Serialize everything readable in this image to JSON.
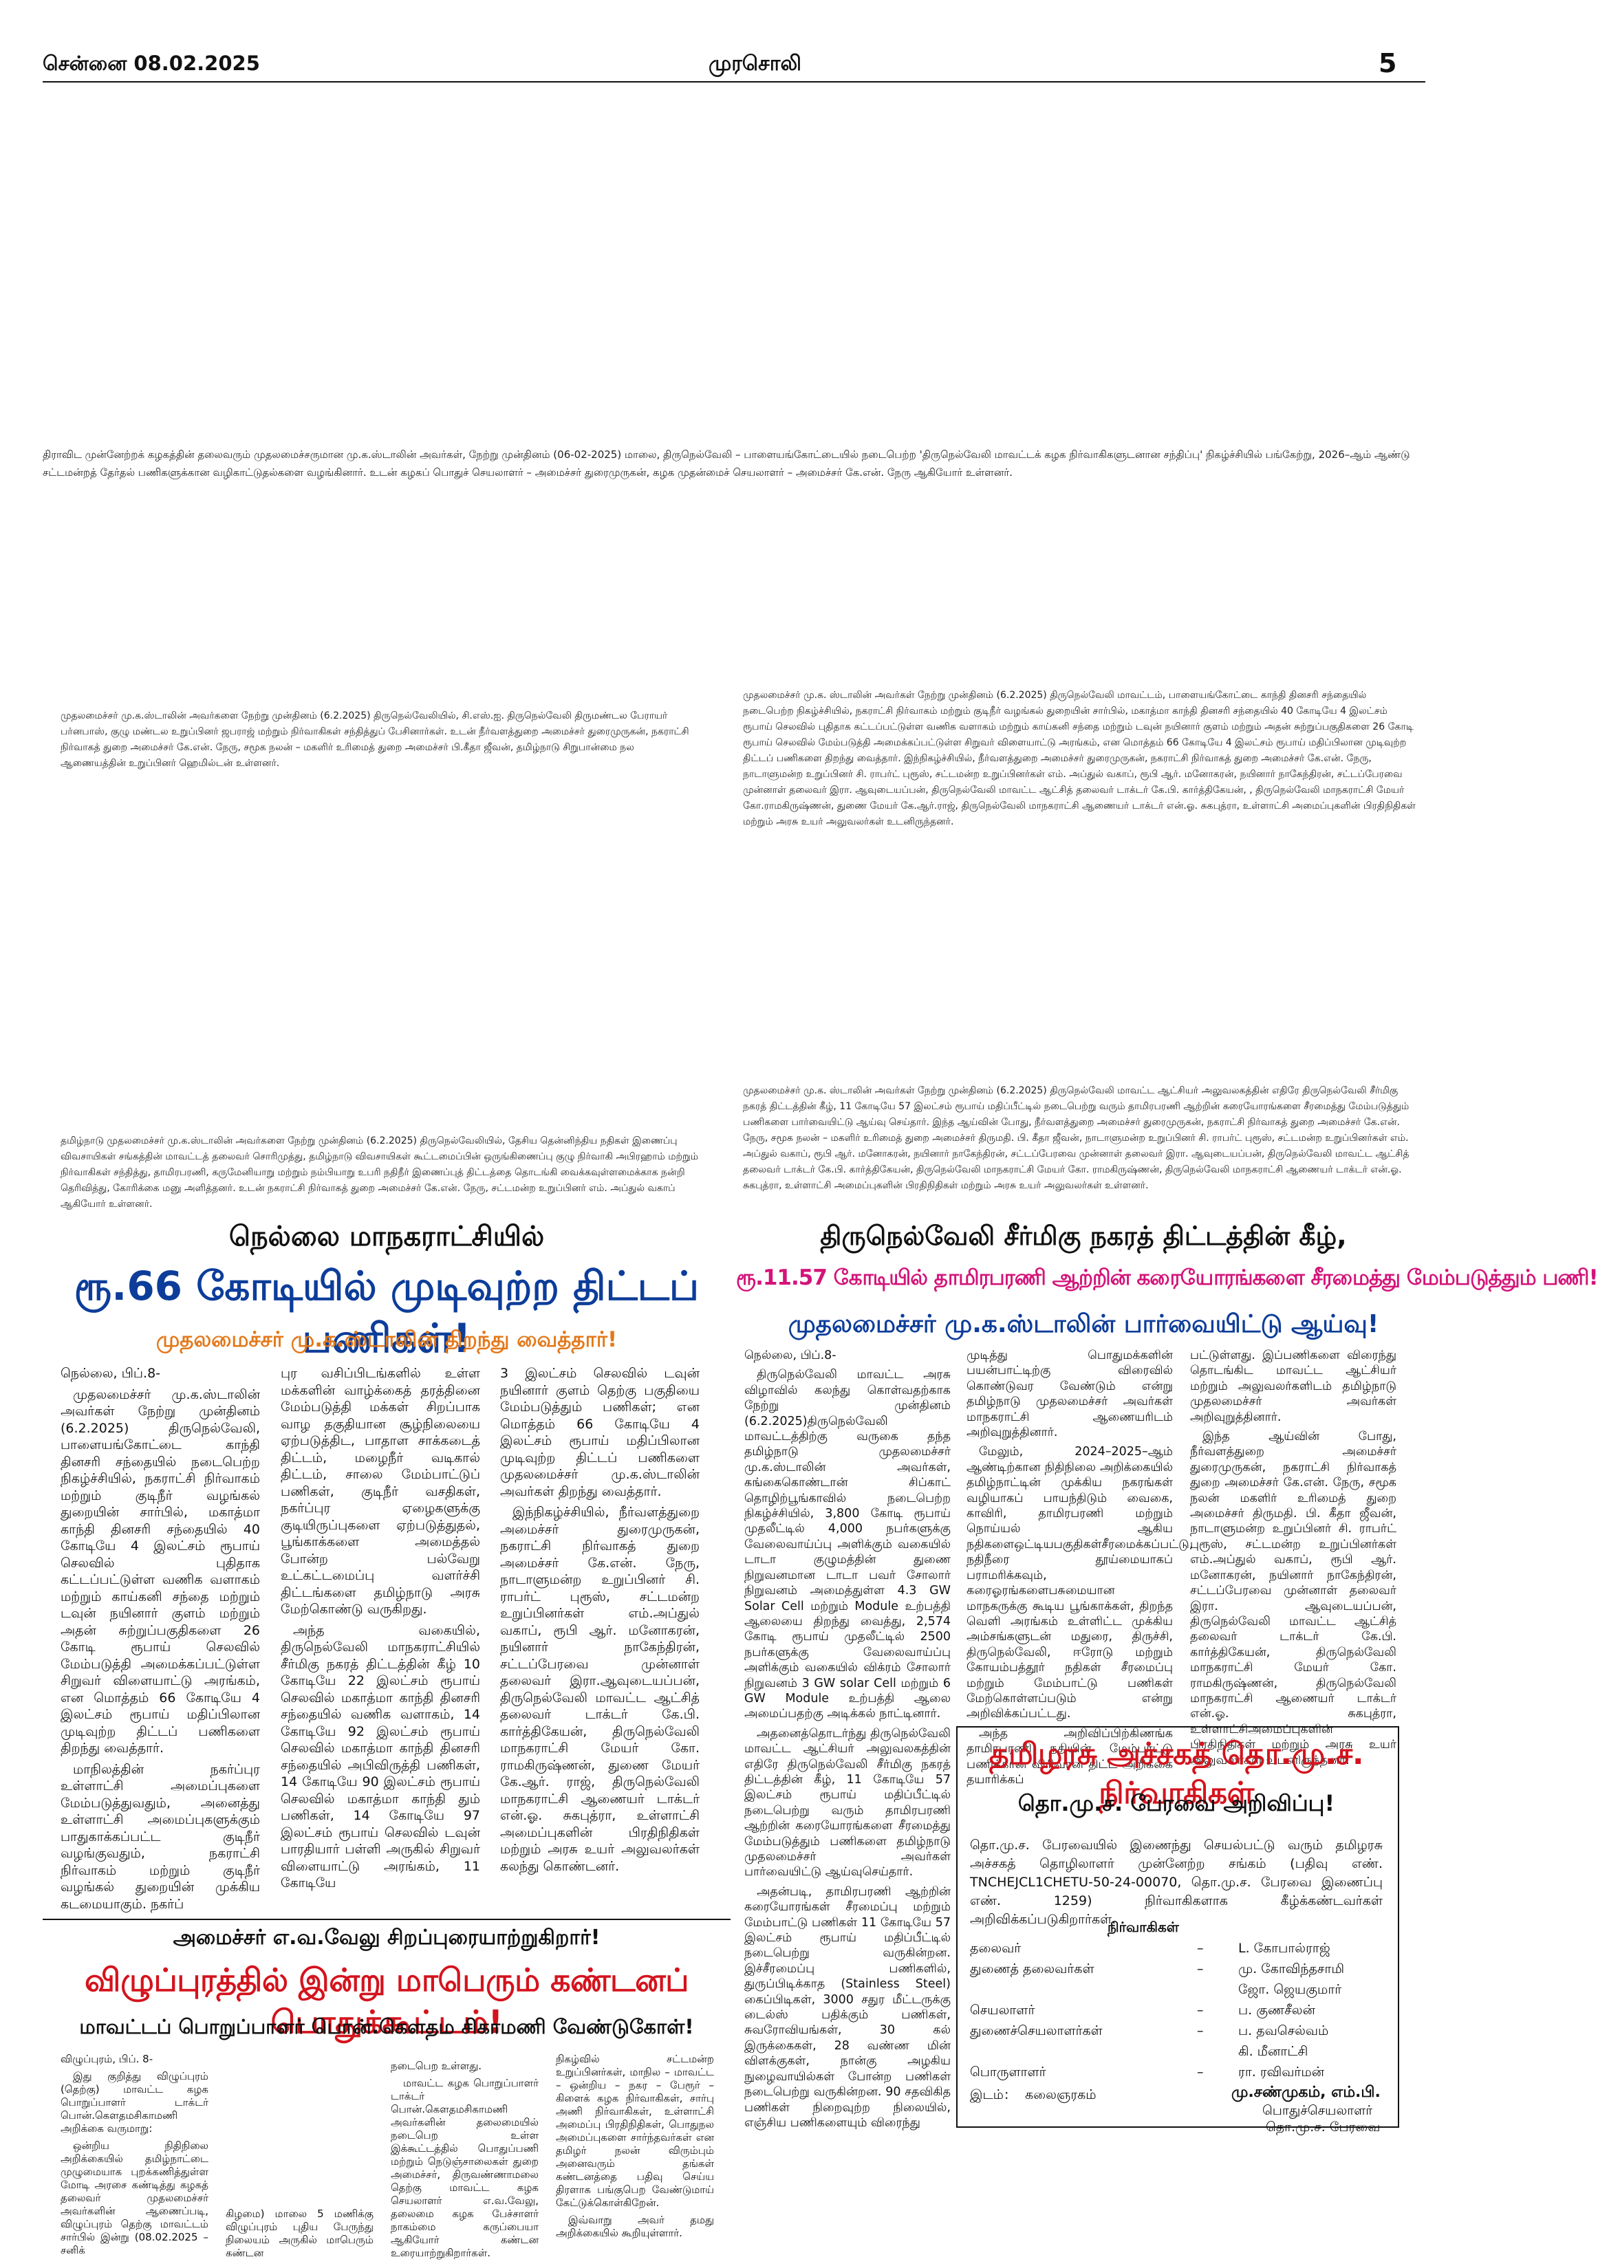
{
  "header": {
    "date_line": "சென்னை 08.02.2025",
    "paper_name": "முரசொலி",
    "page_no": "5"
  },
  "captions": {
    "top": "திராவிட முன்னேற்றக் கழகத்தின் தலைவரும் முதலமைச்சருமான மு.க.ஸ்டாலின் அவர்கள், நேற்று முன்தினம் (06-02-2025) மாலை, திருநெல்வேலி – பாளையங்கோட்டையில் நடைபெற்ற 'திருநெல்வேலி மாவட்டக் கழக நிர்வாகிகளுடனான சந்திப்பு' நிகழ்ச்சியில் பங்கேற்று, 2026–ஆம் ஆண்டு சட்டமன்றத் தேர்தல் பணிகளுக்கான வழிகாட்டுதல்களை வழங்கினார். உடன் கழகப் பொதுச் செயலாளர் – அமைச்சர் துரைமுருகன், கழக முதன்மைச் செயலாளர் – அமைச்சர் கே.என். நேரு ஆகியோர் உள்ளனர்.",
    "left1": "முதலமைச்சர் மு.க.ஸ்டாலின் அவர்களை நேற்று முன்தினம் (6.2.2025) திருநெல்வேலியில், சி.எஸ்.ஐ. திருநெல்வேலி திருமண்டல பேராயர் பர்னபாஸ், குழு மண்டல உறுப்பினர் ஜபராஜ் மற்றும் நிர்வாகிகள் சந்தித்துப் பேசினார்கள். உடன் நீர்வளத்துறை அமைச்சர் துரைமுருகன், நகராட்சி நிர்வாகத் துறை அமைச்சர் கே.என். நேரு, சமூக நலன் – மகளிர் உரிமைத் துறை அமைச்சர் பி.கீதா ஜீவன், தமிழ்நாடு சிறுபான்மை நல ஆணையத்தின் உறுப்பினர் ஹெமில்டன் உள்ளனர்.",
    "right1": "முதலமைச்சர் மு.க. ஸ்டாலின் அவர்கள் நேற்று முன்தினம் (6.2.2025) திருநெல்வேலி மாவட்டம், பாளையங்கோட்டை காந்தி தினசரி சந்தையில் நடைபெற்ற நிகழ்ச்சியில், நகராட்சி நிர்வாகம் மற்றும் குடிநீர் வழங்கல் துறையின் சார்பில், மகாத்மா காந்தி தினசரி சந்தையில் 40 கோடியே 4 இலட்சம் ரூபாய் செலவில் புதிதாக கட்டப்பட்டுள்ள வணிக வளாகம் மற்றும் காய்கனி சந்தை மற்றும் டவுன் நயினார் குளம் மற்றும் அதன் சுற்றுப்பகுதிகளை 26 கோடி ரூபாய் செலவில் மேம்படுத்தி அமைக்கப்பட்டுள்ள சிறுவர் விளையாட்டு அரங்கம், என மொத்தம் 66 கோடியே 4 இலட்சம் ரூபாய் மதிப்பிலான முடிவுற்ற திட்டப் பணிகளை திறந்து வைத்தார். இந்நிகழ்ச்சியில், நீர்வளத்துறை அமைச்சர் துரைமுருகன், நகராட்சி நிர்வாகத் துறை அமைச்சர் கே.என். நேரு, நாடாளுமன்ற உறுப்பினர் சி. ராபர்ட் புரூஸ், சட்டமன்ற உறுப்பினர்கள் எம். அப்துல் வகாப், ரூபி ஆர். மனோகரன், நயினார் நாகேந்திரன், சட்டப்பேரவை முன்னாள் தலைவர் இரா. ஆவுடையப்பன், திருநெல்வேலி மாவட்ட ஆட்சித் தலைவர் டாக்டர் கே.பி. கார்த்திகேயன், , திருநெல்வேலி மாநகராட்சி மேயர் கோ.ராமகிருஷ்ணன், துணை மேயர் கே.ஆர்.ராஜ், திருநெல்வேலி மாநகராட்சி ஆணையர் டாக்டர் என்.ஓ. சுகபுத்ரா, உள்ளாட்சி அமைப்புகளின் பிரதிநிதிகள் மற்றும் அரசு உயர் அலுவலர்கள் உடனிருந்தனர்.",
    "left2": "தமிழ்நாடு முதலமைச்சர் மு.க.ஸ்டாலின் அவர்களை நேற்று முன்தினம் (6.2.2025) திருநெல்வேலியில், தேசிய தென்னிந்திய நதிகள் இணைப்பு விவசாயிகள் சங்கத்தின் மாவட்டத் தலைவர் சொரிமுத்து, தமிழ்நாடு விவசாயிகள் கூட்டமைப்பின் ஒருங்கிணைப்பு குழு நிர்வாகி அபிரஹாம் மற்றும் நிர்வாகிகள் சந்தித்து, தாமிரபரணி, கருமேனியாறு மற்றும் நம்பியாறு உபரி நதிநீர் இணைப்புத் திட்டத்தை தொடங்கி வைக்கவுள்ளமைக்காக நன்றி தெரிவித்து, கோரிக்கை மனு அளித்தனர். உடன் நகராட்சி நிர்வாகத் துறை அமைச்சர் கே.என். நேரு, சட்டமன்ற உறுப்பினர் எம். அப்துல் வகாப் ஆகியோர் உள்ளனர்.",
    "right2": "முதலமைச்சர் மு.க. ஸ்டாலின் அவர்கள் நேற்று முன்தினம் (6.2.2025) திருநெல்வேலி மாவட்ட ஆட்சியர் அலுவலகத்தின் எதிரே திருநெல்வேலி சீர்மிகு நகரத் திட்டத்தின் கீழ், 11 கோடியே 57 இலட்சம் ரூபாய் மதிப்பீட்டில் நடைபெற்று வரும் தாமிரபரணி ஆற்றின் கரையோரங்களை சீரமைத்து மேம்படுத்தும் பணிகளை பார்வையிட்டு ஆய்வு செய்தார். இந்த ஆய்வின் போது, நீர்வளத்துறை அமைச்சர் துரைமுருகன், நகராட்சி நிர்வாகத் துறை அமைச்சர் கே.என். நேரு, சமூக நலன் – மகளிர் உரிமைத் துறை அமைச்சர் திருமதி. பி. கீதா ஜீவன், நாடாளுமன்ற உறுப்பினர் சி. ராபர்ட் புரூஸ், சட்டமன்ற உறுப்பினர்கள் எம். அப்துல் வகாப், ரூபி ஆர். மனோகரன், நயினார் நாகேந்திரன், சட்டப்பேரவை முன்னாள் தலைவர் இரா. ஆவுடையப்பன், திருநெல்வேலி மாவட்ட ஆட்சித் தலைவர் டாக்டர் கே.பி. கார்த்திகேயன், திருநெல்வேலி மாநகராட்சி மேயர் கோ. ராமகிருஷ்ணன், திருநெல்வேலி மாநகராட்சி ஆணையர் டாக்டர் என்.ஓ. சுகபுத்ரா, உள்ளாட்சி அமைப்புகளின் பிரதிநிதிகள் மற்றும் அரசு உயர் அலுவலர்கள் உள்ளனர்."
  },
  "story1": {
    "kicker": "நெல்லை மாநகராட்சியில்",
    "headline": "ரூ.66 கோடியில் முடிவுற்ற திட்டப் பணிகள்!",
    "subhead": "முதலமைச்சர் மு.க.ஸ்டாலின் திறந்து வைத்தார்!",
    "col1": [
      "நெல்லை, பிப்.8-",
      "முதலமைச்சர் மு.க.ஸ்டாலின் அவர்கள் நேற்று முன்தினம் (6.2.2025) திருநெல்வேலி, பாளையங்கோட்டை காந்தி தினசரி சந்தையில் நடைபெற்ற நிகழ்ச்சியில், நகராட்சி நிர்வாகம் மற்றும் குடிநீர் வழங்கல் துறையின் சார்பில், மகாத்மா காந்தி தினசரி சந்தையில் 40 கோடியே 4 இலட்சம் ரூபாய் செலவில் புதிதாக கட்டப்பட்டுள்ள வணிக வளாகம் மற்றும் காய்கனி சந்தை மற்றும் டவுன் நயினார் குளம் மற்றும் அதன் சுற்றுப்பகுதிகளை 26 கோடி ரூபாய் செலவில் மேம்படுத்தி அமைக்கப்பட்டுள்ள சிறுவர் விளையாட்டு அரங்கம், என மொத்தம் 66 கோடியே 4 இலட்சம் ரூபாய் மதிப்பிலான முடிவுற்ற திட்டப் பணிகளை திறந்து வைத்தார்.",
      "மாநிலத்தின் நகர்ப்புர உள்ளாட்சி அமைப்புகளை மேம்படுத்துவதும், அனைத்து உள்ளாட்சி அமைப்புகளுக்கும் பாதுகாக்கப்பட்ட குடிநீர் வழங்குவதும், நகராட்சி நிர்வாகம் மற்றும் குடிநீர் வழங்கல் துறையின் முக்கிய கடமையாகும். நகர்ப்"
    ],
    "col2": [
      "புர வசிப்பிடங்களில் உள்ள மக்களின் வாழ்க்கைத் தரத்தினை மேம்படுத்தி மக்கள் சிறப்பாக வாழ தகுதியான சூழ்நிலையை ஏற்படுத்திட, பாதாள சாக்கடைத் திட்டம், மழைநீர் வடிகால் திட்டம், சாலை மேம்பாட்டுப் பணிகள், குடிநீர் வசதிகள், நகர்ப்புர ஏழைகளுக்கு குடியிருப்புகளை ஏற்படுத்துதல், பூங்காக்களை அமைத்தல் போன்ற பல்வேறு உட்கட்டமைப்பு வளர்ச்சி திட்டங்களை தமிழ்நாடு அரசு மேற்கொண்டு வருகிறது.",
      "அந்த வகையில், திருநெல்வேலி மாநகராட்சியில் சீர்மிகு நகரத் திட்டத்தின் கீழ் 10 கோடியே 22 இலட்சம் ரூபாய் செலவில் மகாத்மா காந்தி தினசரி சந்தையில் வணிக வளாகம், 14 கோடியே 92 இலட்சம் ரூபாய் செலவில் மகாத்மா காந்தி தினசரி சந்தையில் அபிவிருத்தி பணிகள், 14 கோடியே 90 இலட்சம் ரூபாய் செலவில் மகாத்மா காந்தி தும் பணிகள், 14 கோடியே 97 இலட்சம் ரூபாய் செலவில் டவுன் பாரதியார் பள்ளி அருகில் சிறுவர் விளையாட்டு அரங்கம், 11 கோடியே"
    ],
    "col3": [
      "3 இலட்சம் செலவில் டவுன் நயினார் குளம் தெற்கு பகுதியை மேம்படுத்தும் பணிகள்; என மொத்தம் 66 கோடியே 4 இலட்சம் ரூபாய் மதிப்பிலான முடிவுற்ற திட்டப் பணிகளை முதலமைச்சர் மு.க.ஸ்டாலின் அவர்கள் திறந்து வைத்தார்.",
      "இந்நிகழ்ச்சியில், நீர்வளத்துறை அமைச்சர் துரைமுருகன், நகராட்சி நிர்வாகத் துறை அமைச்சர் கே.என். நேரு, நாடாளுமன்ற உறுப்பினர் சி. ராபர்ட் புரூஸ், சட்டமன்ற உறுப்பினர்கள் எம்.அப்துல் வகாப், ரூபி ஆர். மனோகரன், நயினார் நாகேந்திரன், சட்டப்பேரவை முன்னாள் தலைவர் இரா.ஆவுடையப்பன், திருநெல்வேலி மாவட்ட ஆட்சித் தலைவர் டாக்டர் கே.பி. கார்த்திகேயன், திருநெல்வேலி மாநகராட்சி மேயர் கோ. ராமகிருஷ்ணன், துணை மேயர் கே.ஆர். ராஜ், திருநெல்வேலி மாநகராட்சி ஆணையர் டாக்டர் என்.ஓ. சுகபுத்ரா, உள்ளாட்சி அமைப்புகளின் பிரதிநிதிகள் மற்றும் அரசு உயர் அலுவலர்கள் கலந்து கொண்டனர்."
    ]
  },
  "story2": {
    "kicker": "திருநெல்வேலி சீர்மிகு நகரத் திட்டத்தின் கீழ்,",
    "headline": "ரூ.11.57 கோடியில் தாமிரபரணி ஆற்றின் கரையோரங்களை சீரமைத்து மேம்படுத்தும் பணி!",
    "subhead": "முதலமைச்சர் மு.க.ஸ்டாலின் பார்வையிட்டு ஆய்வு!",
    "col1": [
      "நெல்லை, பிப்.8-",
      "திருநெல்வேலி மாவட்ட அரசு விழாவில் கலந்து கொள்வதற்காக நேற்று முன்தினம் (6.2.2025)திருநெல்வேலி மாவட்டத்திற்கு வருகை தந்த தமிழ்நாடு முதலமைச்சர் மு.க.ஸ்டாலின் அவர்கள், கங்கைகொண்டான் சிப்காட் தொழிற்பூங்காவில் நடைபெற்ற நிகழ்ச்சியில், 3,800 கோடி ரூபாய் முதலீட்டில் 4,000 நபர்களுக்கு வேலைவாய்ப்பு அளிக்கும் வகையில் டாடா குழுமத்தின் துணை நிறுவனமான டாடா பவர் சோலார் நிறுவனம் அமைத்துள்ள 4.3 GW Solar Cell மற்றும் Module உற்பத்தி ஆலையை திறந்து வைத்து, 2,574 கோடி ரூபாய் முதலீட்டில் 2500 நபர்களுக்கு வேலைவாய்ப்பு அளிக்கும் வகையில் விக்ரம் சோலார் நிறுவனம் 3 GW solar Cell மற்றும் 6 GW Module உற்பத்தி ஆலை அமைப்பதற்கு அடிக்கல் நாட்டினார்.",
      "அதனைத்தொடர்ந்து திருநெல்வேலி மாவட்ட ஆட்சியர் அலுவலகத்தின் எதிரே திருநெல்வேலி சீர்மிகு நகரத் திட்டத்தின் கீழ், 11 கோடியே 57 இலட்சம் ரூபாய் மதிப்பீட்டில் நடைபெற்று வரும் தாமிரபரணி ஆற்றின் கரையோரங்களை சீரமைத்து மேம்படுத்தும் பணிகளை தமிழ்நாடு முதலமைச்சர் அவர்கள் பார்வையிட்டு ஆய்வுசெய்தார்.",
      "அதன்படி, தாமிரபரணி ஆற்றின் கரையோரங்கள் சீரமைப்பு மற்றும் மேம்பாட்டு பணிகள் 11 கோடியே 57 இலட்சம் ரூபாய் மதிப்பீட்டில் நடைபெற்று வருகின்றன. இச்சீரமைப்பு பணிகளில், துருப்பிடிக்காத (Stainless Steel) கைப்பிடிகள், 3000 சதுர மீட்டருக்கு டைல்ஸ் பதிக்கும் பணிகள், சுவரோவியங்கள், 30 கல் இருக்கைகள், 28 வண்ண மின் விளக்குகள், நான்கு அழகிய நுழைவாயில்கள் போன்ற பணிகள் நடைபெற்று வருகின்றன. 90 சதவிகித பணிகள் நிறைவுற்ற நிலையில், எஞ்சிய பணிகளையும் விரைந்து"
    ],
    "col2": [
      "முடித்து பொதுமக்களின் பயன்பாட்டிற்கு விரைவில் கொண்டுவர வேண்டும் என்று தமிழ்நாடு முதலமைச்சர் அவர்கள் மாநகராட்சி ஆணையரிடம் அறிவுறுத்தினார்.",
      "மேலும், 2024–2025–ஆம் ஆண்டிற்கான நிதிநிலை அறிக்கையில் தமிழ்நாட்டின் முக்கிய நகரங்கள் வழியாகப் பாயந்திடும் வைகை, காவிரி, தாமிரபரணி மற்றும் நொய்யல் ஆகிய நதிகளைஒட்டியபகுதிகள்சீரமைக்கப்பட்டு, நதிநீரை தூய்மையாகப் பராமரிக்கவும், கரைஓரங்களைபசுமையான மாநகருக்கு கூடிய பூங்காக்கள், திறந்த வெளி அரங்கம் உள்ளிட்ட முக்கிய அம்சங்களுடன் மதுரை, திருச்சி, திருநெல்வேலி, ஈரோடு மற்றும் கோயம்பத்தூர் நதிகள் சீரமைப்பு மற்றும் மேம்பாட்டு பணிகள் மேற்கொள்ளப்படும் என்று அறிவிக்கப்பட்டது.",
      "அந்த அறிவிப்பிற்கிணங்க தாமிரபரணி நதியின் மேம்பாட்டு பணிக்கான விரிவான திட்ட அறிக்கை தயாரிக்கப்"
    ],
    "col3": [
      "பட்டுள்ளது. இப்பணிகளை விரைந்து தொடங்கிட மாவட்ட ஆட்சியர் மற்றும் அலுவலர்களிடம் தமிழ்நாடு முதலமைச்சர் அவர்கள் அறிவுறுத்தினார்.",
      "இந்த ஆய்வின் போது, நீர்வளத்துறை அமைச்சர் துரைமுருகன், நகராட்சி நிர்வாகத் துறை அமைச்சர் கே.என். நேரு, சமூக நலன் மகளிர் உரிமைத் துறை அமைச்சர் திருமதி. பி. கீதா ஜீவன், நாடாளுமன்ற உறுப்பினர் சி. ராபர்ட் புரூஸ், சட்டமன்ற உறுப்பினர்கள் எம்.அப்துல் வகாப், ரூபி ஆர். மனோகரன், நயினார் நாகேந்திரன், சட்டப்பேரவை முன்னாள் தலைவர் இரா. ஆவுடையப்பன், திருநெல்வேலி மாவட்ட ஆட்சித் தலைவர் டாக்டர் கே.பி. கார்த்திகேயன், திருநெல்வேலி மாநகராட்சி மேயர் கோ. ராமகிருஷ்ணன், திருநெல்வேலி மாநகராட்சி ஆணையர் டாக்டர் என்.ஓ. சுகபுத்ரா, உள்ளாட்சிஅமைப்புகளின் பிரதிநிதிகள் மற்றும் அரசு உயர் அலுவலர்கள் உடனிருந்தனர்."
    ]
  },
  "story3": {
    "kicker": "அமைச்சர் எ.வ.வேலு சிறப்புரையாற்றுகிறார்!",
    "headline": "விழுப்புரத்தில் இன்று மாபெரும் கண்டனப் பொதுக்கூட்டம்!",
    "subhead": "மாவட்டப் பொறுப்பாளர் பொன்.கௌதம சிகாமணி வேண்டுகோள்!",
    "col1": [
      "விழுப்புரம், பிப். 8-",
      "இது குறித்து விழுப்புரம் (தெற்கு) மாவட்ட கழக பொறுப்பாளர் டாக்டர் பொன்.கௌதமசிகாமணி அறிக்கை வருமாறு:",
      "ஒன்றிய நிதிநிலை அறிக்கையில் தமிழ்நாட்டை முழுமையாக புறக்கணித்துள்ள மோடி அரசை கண்டித்து கழகத் தலைவர் முதலமைச்சர் அவர்களின் ஆணைப்படி, விழுப்புரம் தெற்கு மாவட்டம் சார்பில் இன்று (08.02.2025 – சனிக்"
    ],
    "col2": [
      "கிழமை) மாலை 5 மணிக்கு விழுப்புரம் புதிய பேருந்து நிலையம் அருகில் மாபெரும் கண்டன"
    ],
    "col3": [
      "நடைபெற உள்ளது.",
      "மாவட்ட கழக பொறுப்பாளர் டாக்டர் பொன்.கௌதமசிகாமணி அவர்களின் தலைமையில் நடைபெற உள்ள இக்கூட்டத்தில் பொதுப்பணி மற்றும் நெடுஞ்சாலைகள் துறை அமைச்சர், திருவண்ணாமலை தெற்கு மாவட்ட கழக செயலாளர் எ.வ.வேலு, தலைமை கழக பேச்சாளர் நாகம்மை கருப்பையா ஆகியோர் கண்டன உரையாற்றுகிறார்கள்."
    ],
    "col4": [
      "நிகழ்வில் சட்டமன்ற உறுப்பினர்கள், மாநில – மாவட்ட – ஒன்றிய – நகர – பேரூர் – கிளைக் கழக நிர்வாகிகள், சார்பு அணி நிர்வாகிகள், உள்ளாட்சி அமைப்பு பிரதிநிதிகள், பொதுநல அமைப்புகளை சார்ந்தவர்கள் என தமிழர் நலன் விரும்பும் அனைவரும் தங்கள் கண்டனத்தை பதிவு செய்ய திரளாக பங்குபெற வேண்டுமாய் கேட்டுக்கொள்கிறேன்.",
      "இவ்வாறு அவர் தமது அறிக்கையில் கூறியுள்ளார்."
    ]
  },
  "notice": {
    "title": "தமிழரசு அச்சகத் தொ.மு.ச. நிர்வாகிகள்",
    "subtitle": "தொ.மு.ச. பேரவை அறிவிப்பு!",
    "body": "தொ.மு.ச. பேரவையில் இணைந்து செயல்பட்டு வரும் தமிழரசு அச்சகத் தொழிலாளர் முன்னேற்ற சங்கம் (பதிவு எண். TNCHEJCL1CHETU-50-24-00070, தொ.மு.ச. பேரவை இணைப்பு எண். 1259) நிர்வாகிகளாக கீழ்க்கண்டவர்கள் அறிவிக்கப்படுகிறார்கள்.",
    "section": "நிர்வாகிகள்",
    "dash": "–",
    "officers": [
      {
        "role": "தலைவர்",
        "names": [
          "L. கோபால்ராஜ்"
        ]
      },
      {
        "role": "துணைத் தலைவர்கள்",
        "names": [
          "மு. கோவிந்தசாமி",
          "ஜோ. ஜெயகுமார்"
        ]
      },
      {
        "role": "செயலாளர்",
        "names": [
          "ப. குணசீலன்"
        ]
      },
      {
        "role": "துணைச்செயலாளர்கள்",
        "names": [
          "ப. தவசெல்வம்",
          "கி. மீனாட்சி"
        ]
      },
      {
        "role": "பொருளாளர்",
        "names": [
          "ரா. ரவிவர்மன்"
        ]
      }
    ],
    "place_label": "இடம்",
    "place_value": "கலைஞரகம்",
    "signatory": [
      "மு.சண்முகம், எம்.பி.",
      "பொதுச்செயலாளர்",
      "தொ.மு.ச. பேரவை"
    ]
  }
}
